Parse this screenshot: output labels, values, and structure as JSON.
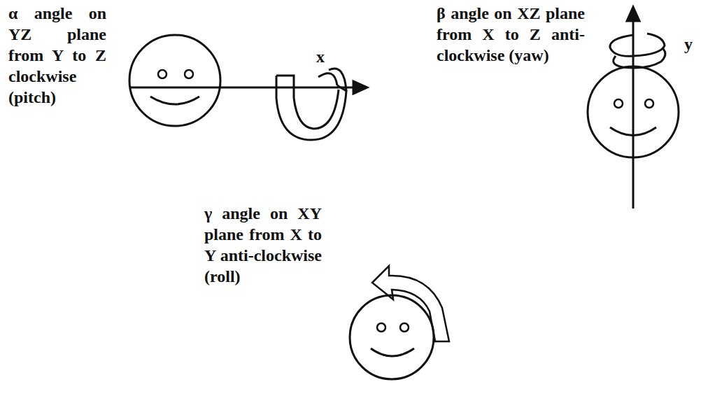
{
  "diagram": {
    "labels": [
      "α angle on YZ plane from Y to Z clockwise (pitch)",
      "x",
      "β angle on XZ plane from X to Z anti-clockwise (yaw)",
      "y",
      "γ angle on XY plane from X to Y anti-clockwise (roll)"
    ]
  }
}
